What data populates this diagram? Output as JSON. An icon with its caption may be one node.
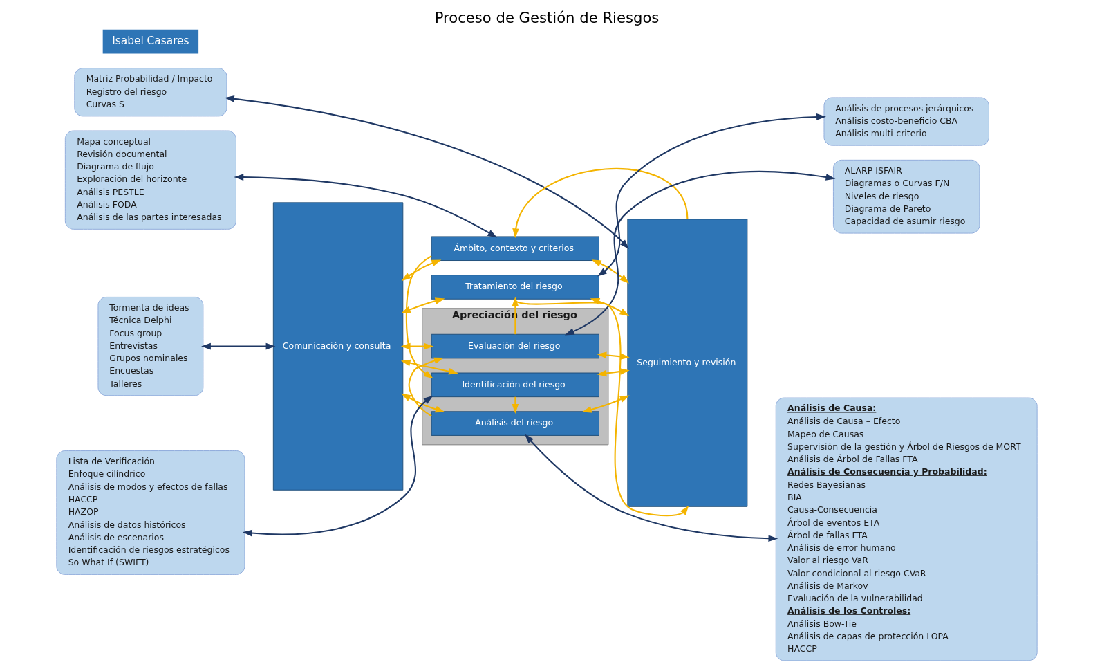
{
  "diagram": {
    "title": "Proceso de Gestión de Riesgos",
    "nodes": [
      {
        "text": [
          "Mapa conceptual",
          "Revisión documental",
          "Diagrama de flujo",
          "Exploración del horizonte",
          "Análisis PESTLE",
          "Análisis FODA",
          "Análisis de las partes interesadas"
        ]
      },
      {
        "text": [
          "Matriz Probabilidad / Impacto",
          "Registro del riesgo",
          "Curvas S"
        ]
      },
      {
        "text": [
          "Análisis de Causa:",
          "Análisis de Causa – Efecto",
          "Mapeo de Causas",
          "Supervisión de la gestión y Árbol de Riesgos de MORT",
          "Análisis de Árbol de Fallas FTA",
          "Análisis de Consecuencia y Probabilidad:",
          "Redes Bayesianas",
          "BIA",
          "Causa-Consecuencia",
          "Árbol de eventos ETA",
          "Árbol de fallas FTA",
          "Análisis de error humano",
          "Valor al riesgo VaR",
          "Valor condicional al riesgo CVaR",
          "Análisis de Markov",
          "Evaluación de la vulnerabilidad",
          "Análisis de los Controles:",
          "Análisis Bow-Tie",
          "Análisis de capas de protección LOPA",
          "HACCP"
        ]
      },
      {
        "text": [
          "Tormenta de ideas",
          "Técnica Delphi",
          "Focus group",
          "Entrevistas",
          "Grupos nominales",
          "Encuestas",
          "Talleres"
        ]
      },
      {
        "text": [
          "Comunicación y consulta"
        ]
      },
      {
        "text": [
          "Seguimiento y revisión"
        ]
      },
      {
        "text": [
          "Ámbito, contexto y criterios"
        ]
      },
      {
        "text": [
          "Apreciación del riesgo"
        ]
      },
      {
        "text": [
          "Identificación del riesgo"
        ],
        "in": 7
      },
      {
        "text": [
          "Análisis del riesgo"
        ],
        "in": 7
      },
      {
        "text": [
          "Evaluación del riesgo"
        ],
        "in": 7
      },
      {
        "text": [
          "Tratamiento del riesgo"
        ]
      },
      {
        "text": [
          "Lista de Verificación",
          "Enfoque cilíndrico",
          "Análisis de modos y efectos de fallas",
          "HACCP",
          "HAZOP",
          "Análisis de datos históricos",
          "Análisis de escenarios",
          "Identificación de riesgos estratégicos",
          "So What If (SWIFT)"
        ]
      },
      {
        "text": [
          "ALARP ISFAIR",
          "Diagramas o Curvas F/N",
          "Niveles de riesgo",
          "Diagrama de Pareto",
          "Capacidad de asumir riesgo"
        ]
      },
      {
        "text": [
          "Análisis de procesos jerárquicos",
          "Análisis costo-beneficio CBA",
          "Análisis multi-criterio"
        ]
      }
    ],
    "edges": [
      {
        "from": 0,
        "to": 6,
        "arrow": "both",
        "color": "#1f3864"
      },
      {
        "from": 1,
        "to": 5,
        "arrow": "both",
        "color": "#1f3864"
      },
      {
        "from": 3,
        "to": 4,
        "arrow": "both",
        "color": "#1f3864"
      },
      {
        "from": 12,
        "to": 8,
        "arrow": "both",
        "color": "#1f3864"
      },
      {
        "from": 9,
        "to": 2,
        "arrow": "both",
        "color": "#1f3864"
      },
      {
        "from": 10,
        "to": 13,
        "arrow": "both",
        "color": "#1f3864"
      },
      {
        "from": 11,
        "to": 14,
        "arrow": "both",
        "color": "#1f3864"
      },
      {
        "from": 4,
        "to": 6,
        "arrow": "both"
      },
      {
        "from": 4,
        "to": 8,
        "arrow": "both"
      },
      {
        "from": 4,
        "to": 9,
        "arrow": "both"
      },
      {
        "from": 4,
        "to": 10,
        "arrow": "both"
      },
      {
        "from": 4,
        "to": 11,
        "arrow": "both"
      },
      {
        "from": 6,
        "to": 5,
        "arrow": "both"
      },
      {
        "from": 8,
        "to": 5,
        "arrow": "both"
      },
      {
        "from": 9,
        "to": 5,
        "arrow": "both"
      },
      {
        "from": 10,
        "to": 5,
        "arrow": "both"
      },
      {
        "from": 11,
        "to": 5,
        "arrow": "both"
      },
      {
        "from": 6,
        "to": 8,
        "arrow": "to"
      },
      {
        "from": 8,
        "to": 9,
        "arrow": "to"
      },
      {
        "from": 9,
        "to": 10,
        "arrow": "to"
      },
      {
        "from": 10,
        "to": 11,
        "arrow": "to"
      },
      {
        "from": 5,
        "to": 6,
        "arrow": "to"
      },
      {
        "from": 11,
        "to": 5,
        "arrow": "to"
      }
    ],
    "labels": [
      "Isabel Casares"
    ]
  }
}
